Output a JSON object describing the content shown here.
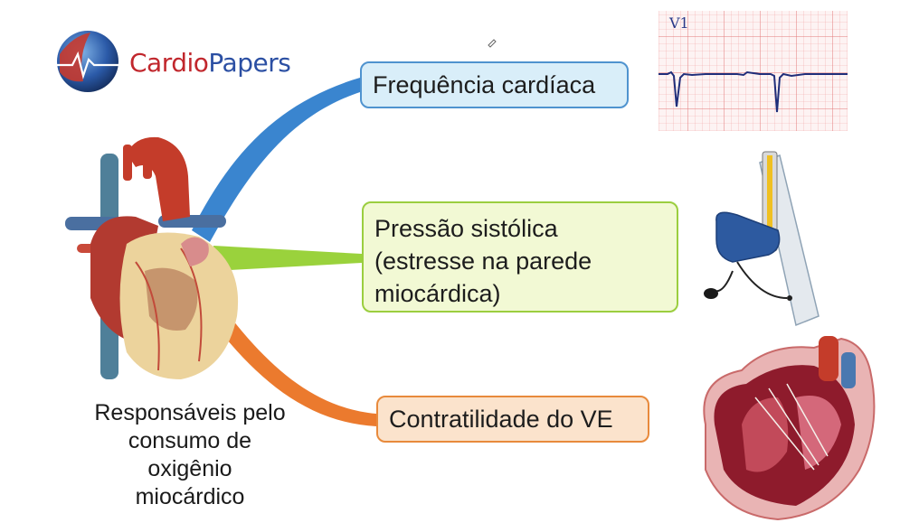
{
  "logo": {
    "part1": "Cardio",
    "part2": "Papers",
    "icon": "globe-heart-icon"
  },
  "boxes": {
    "heart_rate": "Frequência cardíaca",
    "systolic_pressure": [
      "Pressão sistólica",
      "(estresse na parede",
      "miocárdica)"
    ],
    "contractility": "Contratilidade do VE"
  },
  "caption": [
    "Responsáveis pelo",
    "consumo de",
    "oxigênio",
    "miocárdico"
  ],
  "ecg": {
    "lead_label": "V1"
  },
  "colors": {
    "blue": "#3b86d0",
    "green": "#9ad23c",
    "orange": "#eb7a2e",
    "brand_red": "#c1272d",
    "brand_blue": "#2b4fa3"
  }
}
